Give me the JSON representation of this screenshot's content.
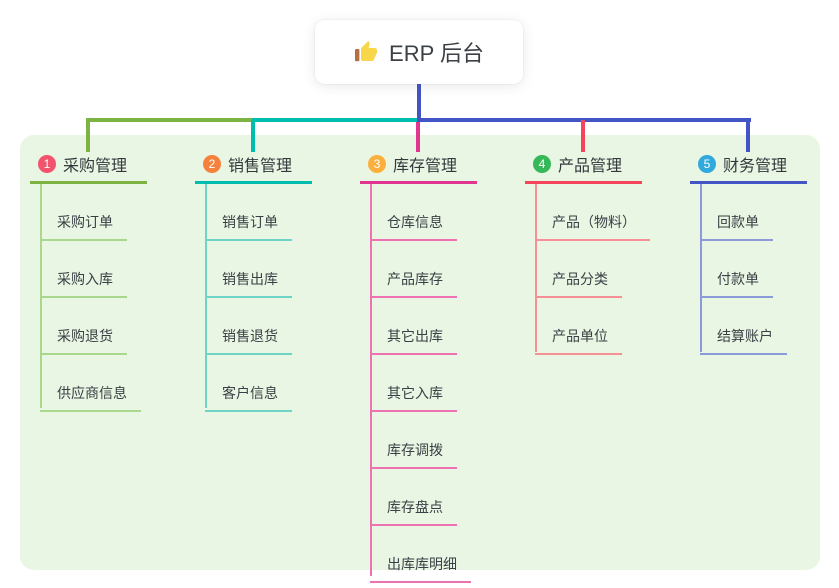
{
  "canvas": {
    "panel_bg": "#E9F6E3"
  },
  "root": {
    "title": "ERP 后台",
    "icon": "thumbs-up-icon",
    "stem_color": "#4355C4"
  },
  "branches": [
    {
      "num": "1",
      "label": "采购管理",
      "badge_color": "#F2536D",
      "line_color": "#7CB342",
      "sub_line_color": "#A9D78E",
      "children": [
        "采购订单",
        "采购入库",
        "采购退货",
        "供应商信息"
      ]
    },
    {
      "num": "2",
      "label": "销售管理",
      "badge_color": "#F5823C",
      "line_color": "#00BDAE",
      "sub_line_color": "#6ED4C8",
      "children": [
        "销售订单",
        "销售出库",
        "销售退货",
        "客户信息"
      ]
    },
    {
      "num": "3",
      "label": "库存管理",
      "badge_color": "#FBAF3C",
      "line_color": "#E0368F",
      "sub_line_color": "#EE71B2",
      "children": [
        "仓库信息",
        "产品库存",
        "其它出库",
        "其它入库",
        "库存调拨",
        "库存盘点",
        "出库库明细"
      ]
    },
    {
      "num": "4",
      "label": "产品管理",
      "badge_color": "#35B857",
      "line_color": "#F5455C",
      "sub_line_color": "#F78F96",
      "children": [
        "产品（物料）",
        "产品分类",
        "产品单位"
      ]
    },
    {
      "num": "5",
      "label": "财务管理",
      "badge_color": "#30A9DC",
      "line_color": "#4355C4",
      "sub_line_color": "#8B9BD9",
      "children": [
        "回款单",
        "付款单",
        "结算账户"
      ]
    }
  ]
}
